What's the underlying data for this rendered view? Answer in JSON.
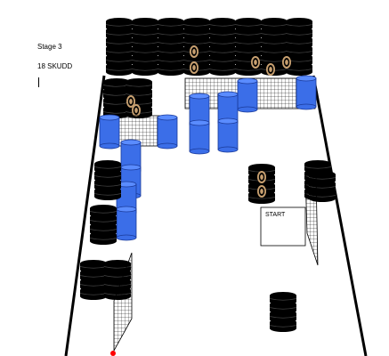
{
  "stage": {
    "label": "Stage 3"
  },
  "shots": {
    "label": "18 SKUDD"
  },
  "start_box": {
    "label": "START"
  },
  "colors": {
    "tire": "#000000",
    "tire_groove": "#3a3a3a",
    "barrel_blue": "#3b6ee8",
    "barrel_top": "#5a8cff",
    "net": "#000000",
    "target": "#c8a070",
    "marker": "#ff0000"
  },
  "icons": [
    "tire-stack-icon",
    "blue-barrel-icon",
    "target-icon",
    "net-icon",
    "marker-icon"
  ]
}
